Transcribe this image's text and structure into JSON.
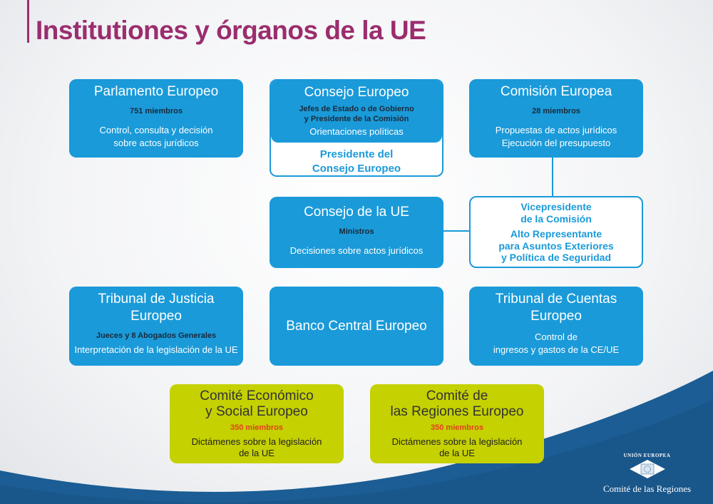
{
  "title": "Institutiones y órganos de la UE",
  "boxes": {
    "parlamento": {
      "title": "Parlamento Europeo",
      "members": "751 miembros",
      "desc1": "Control, consulta y decisión",
      "desc2": "sobre actos jurídicos"
    },
    "consejo_europeo": {
      "title": "Consejo Europeo",
      "members1": "Jefes de Estado o de Gobierno",
      "members2": "y Presidente de la Comisión",
      "desc": "Orientaciones políticas",
      "president1": "Presidente del",
      "president2": "Consejo Europeo"
    },
    "comision": {
      "title": "Comisión Europea",
      "members": "28 miembros",
      "desc1": "Propuestas de actos jurídicos",
      "desc2": "Ejecución del presupuesto"
    },
    "consejo_ue": {
      "title": "Consejo de la UE",
      "members": "Ministros",
      "desc": "Decisiones sobre actos jurídicos"
    },
    "vicepresidente": {
      "l1": "Vicepresidente",
      "l2": "de la Comisión",
      "l3": "Alto Representante",
      "l4": "para Asuntos Exteriores",
      "l5": "y Política de Seguridad"
    },
    "tribunal_justicia": {
      "title1": "Tribunal de Justicia",
      "title2": "Europeo",
      "members": "Jueces  y 8 Abogados Generales",
      "desc": "Interpretación de la legislación de la UE"
    },
    "banco": {
      "title": "Banco Central Europeo"
    },
    "tribunal_cuentas": {
      "title1": "Tribunal de Cuentas",
      "title2": "Europeo",
      "desc1": "Control de",
      "desc2": "ingresos y gastos de la CE/UE"
    },
    "cese": {
      "title1": "Comité Económico",
      "title2": "y Social Europeo",
      "members": "350 miembros",
      "desc1": "Dictámenes sobre la legislación",
      "desc2": "de la UE"
    },
    "cdr": {
      "title1": "Comité de",
      "title2": "las Regiones Europeo",
      "members": "350 miembros",
      "desc1": "Dictámenes sobre la legislación",
      "desc2": "de la UE"
    }
  },
  "logo": {
    "top": "UNIÓN EUROPEA",
    "name": "Comité de las Regiones"
  },
  "colors": {
    "blue": "#1a9ad9",
    "magenta": "#9b2d6e",
    "green": "#c5d100",
    "red": "#e0401f",
    "navy": "#1b5d94"
  }
}
